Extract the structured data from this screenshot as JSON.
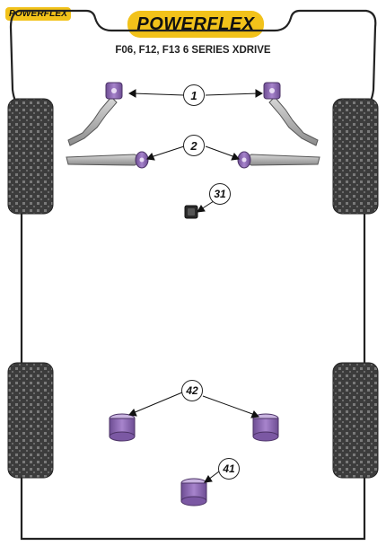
{
  "brand": {
    "corner_logo": "POWERFLEX",
    "main_logo": "POWERFLEX"
  },
  "diagram": {
    "subtitle": "F06, F12, F13 6 SERIES XDRIVE",
    "callouts": [
      {
        "id": "callout-1",
        "label": "1"
      },
      {
        "id": "callout-2",
        "label": "2"
      },
      {
        "id": "callout-31",
        "label": "31"
      },
      {
        "id": "callout-42",
        "label": "42"
      },
      {
        "id": "callout-41",
        "label": "41"
      }
    ],
    "colors": {
      "bushing_purple": "#8e6bb3",
      "bushing_light": "#c9b4e0",
      "tyre_dark": "#3c3c3c",
      "logo_yellow": "#f2c21a",
      "chassis_outline": "#222222",
      "arm_grey": "#9a9a9a"
    }
  }
}
